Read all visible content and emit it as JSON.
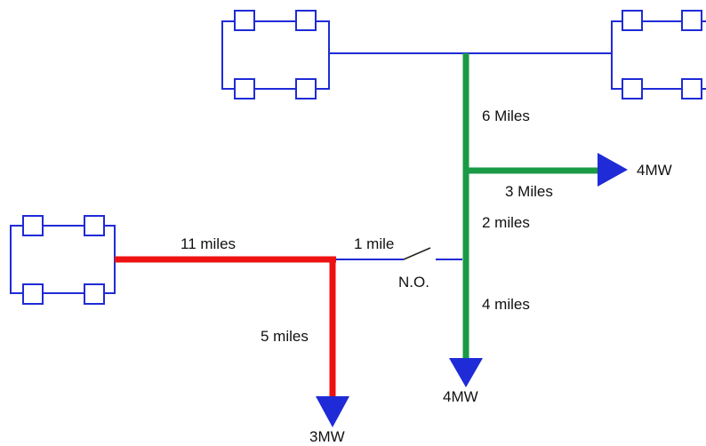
{
  "colors": {
    "source_bus": "#1f2bd6",
    "feeder_green": "#1a9a45",
    "feeder_red": "#ee1111",
    "load_arrow": "#1f2bd6",
    "switch": "#222222",
    "text": "#111111"
  },
  "labels": {
    "six_miles": "6 Miles",
    "three_miles": "3 Miles",
    "two_miles": "2 miles",
    "four_miles": "4 miles",
    "eleven_miles": "11 miles",
    "one_mile": "1 mile",
    "five_miles": "5 miles",
    "switch_state": "N.O.",
    "load_right": "4MW",
    "load_bottom_green": "4MW",
    "load_bottom_red": "3MW"
  }
}
